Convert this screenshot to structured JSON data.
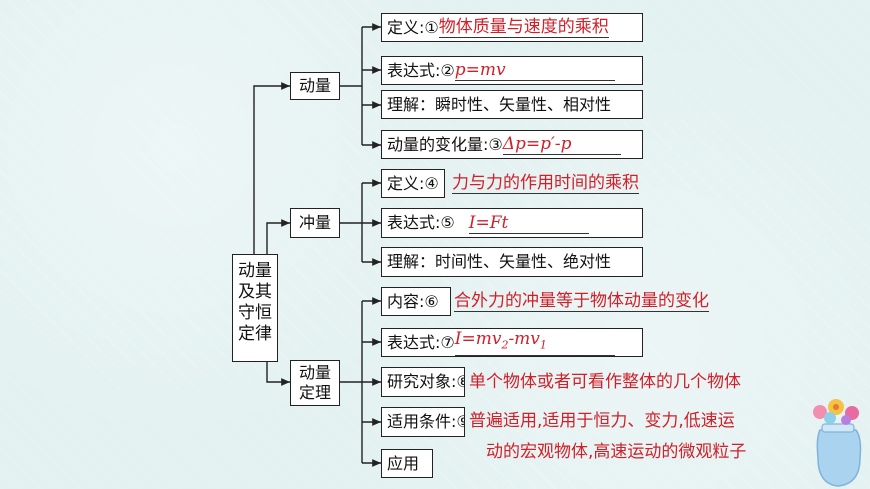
{
  "root": {
    "label_lines": [
      "动量",
      "及其",
      "守恒",
      "定律"
    ]
  },
  "categories": [
    {
      "label_lines": [
        "动量"
      ],
      "items": [
        {
          "prefix": "定义:①",
          "answer": "物体质量与速度的乘积"
        },
        {
          "prefix": "表达式:②",
          "answer": "p=mv"
        },
        {
          "prefix": "理解：瞬时性、矢量性、相对性",
          "answer": ""
        },
        {
          "prefix": "动量的变化量:③",
          "answer": "Δp=p′-p"
        }
      ]
    },
    {
      "label_lines": [
        "冲量"
      ],
      "items": [
        {
          "prefix": "定义:④",
          "answer": "力与力的作用时间的乘积"
        },
        {
          "prefix": "表达式:⑤",
          "answer": "I=Ft"
        },
        {
          "prefix": "理解：时间性、矢量性、绝对性",
          "answer": ""
        }
      ]
    },
    {
      "label_lines": [
        "动量",
        "定理"
      ],
      "items": [
        {
          "prefix": "内容:⑥",
          "answer": "合外力的冲量等于物体动量的变化"
        },
        {
          "prefix": "表达式:⑦",
          "answer": "I=mv",
          "sub1": "2",
          "mid": "-mv",
          "sub2": "1"
        },
        {
          "prefix": "研究对象:⑧",
          "answer": "单个物体或者可看作整体的几个物体"
        },
        {
          "prefix": "适用条件:⑨",
          "answer": "普遍适用,适用于恒力、变力,低速运",
          "answer_line2": "动的宏观物体,高速运动的微观粒子"
        },
        {
          "prefix": "应用",
          "answer": ""
        }
      ]
    }
  ]
}
